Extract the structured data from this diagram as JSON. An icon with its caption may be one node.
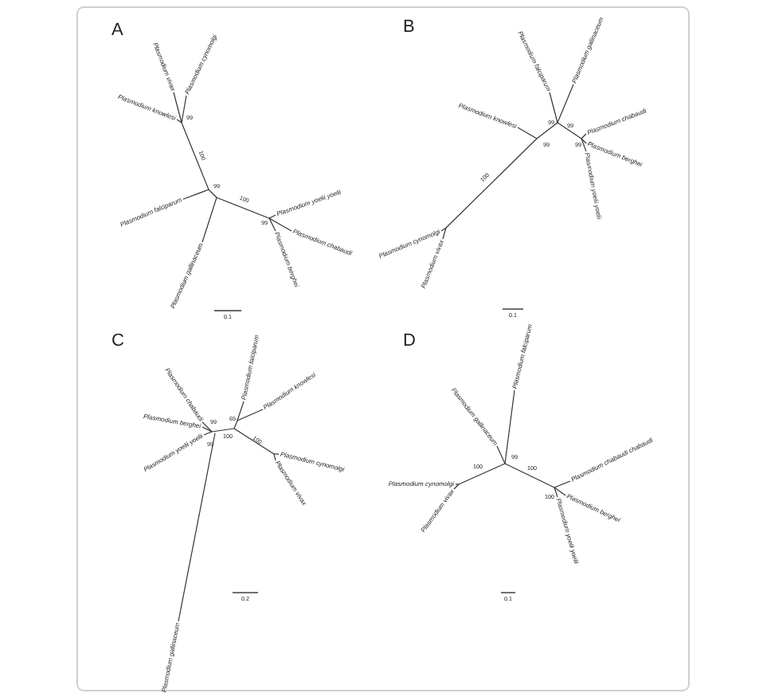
{
  "diagram": {
    "labels": [
      "A",
      "Plasmodium vivax",
      "Plasmodium cynomolgi",
      "Plasmodium knowlesi",
      "Plasmodium falciparum",
      "Plasmodium gallinaceum",
      "Plasmodium yoelii yoelii",
      "Plasmodium chabaudi",
      "Plasmodium berghei",
      "99",
      "100",
      "99",
      "100",
      "99",
      "0.1",
      "B",
      "Plasmodium falciparum",
      "Plasmodium gallinaceum",
      "Plasmodium knowlesi",
      "Plasmodium chabaudi",
      "Plasmodium berghei",
      "Plasmodium yoelii yoelii",
      "Plasmodium cynomolgi",
      "Plasmodium vivax",
      "99",
      "99",
      "99",
      "99",
      "100",
      "0.1",
      "C",
      "Plasmodium chabaudi",
      "Plasmodium berghei",
      "Plasmodium yoelii yoelii",
      "Plasmodium gallinaceum",
      "Plasmodium falciparum",
      "Plasmodium knowlesi",
      "Plasmodium cynomolgi",
      "Plasmodium vivax",
      "99",
      "99",
      "100",
      "65",
      "100",
      "0.2",
      "D",
      "Plasmodium gallinaceum",
      "Plasmodium falciparum",
      "Plasmodium cynomolgi",
      "Plasmodium vivax",
      "Plasmodium chabaudi chabaudi",
      "Plasmodium berghei",
      "Plasmodium yoelii yoelii",
      "99",
      "100",
      "100",
      "100",
      "0.1"
    ]
  }
}
